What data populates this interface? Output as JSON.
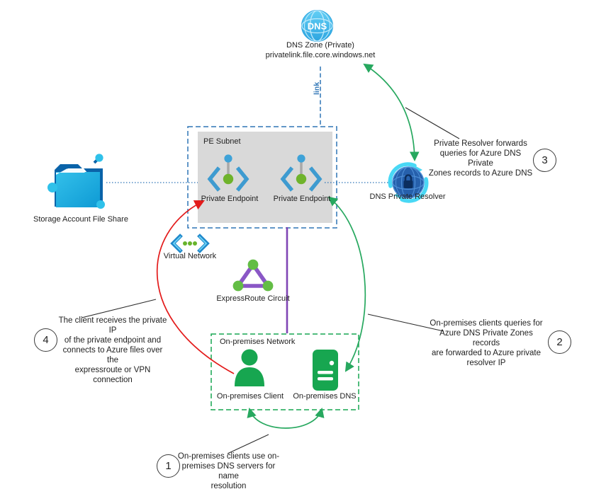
{
  "colors": {
    "azure_blue": "#2e75b6",
    "icon_blue": "#3e9bd0",
    "green": "#17a650",
    "arrow_green": "#27a85f",
    "red": "#e31b1b",
    "purple": "#8045b5",
    "cyan": "#49d8f5",
    "subnet_gray": "#d9d9d9"
  },
  "nodes": {
    "dns_zone": {
      "label": "DNS Zone (Private)",
      "sublabel": "privatelink.file.core.windows.net",
      "icon_text": "DNS"
    },
    "link": {
      "label": "link"
    },
    "pe_subnet": {
      "label": "PE Subnet"
    },
    "private_endpoint_left": {
      "label": "Private Endpoint"
    },
    "private_endpoint_right": {
      "label": "Private Endpoint"
    },
    "storage_account": {
      "label": "Storage Account File Share"
    },
    "dns_private_resolver": {
      "label": "DNS Private Resolver"
    },
    "virtual_network": {
      "label": "Virtual Network"
    },
    "expressroute": {
      "label": "ExpressRoute Circuit"
    },
    "onprem_network": {
      "label": "On-premises Network"
    },
    "onprem_client": {
      "label": "On-premises Client"
    },
    "onprem_dns": {
      "label": "On-premises DNS"
    }
  },
  "annotations": [
    {
      "number": "1",
      "lines": [
        "On-premises clients use on-",
        "premises DNS servers for name",
        "resolution"
      ]
    },
    {
      "number": "2",
      "lines": [
        "On-premises clients queries for",
        "Azure DNS Private Zones records",
        "are forwarded to Azure private",
        "resolver IP"
      ]
    },
    {
      "number": "3",
      "lines": [
        "Private Resolver forwards",
        "queries for Azure DNS Private",
        "Zones records to Azure DNS"
      ]
    },
    {
      "number": "4",
      "lines": [
        "The client receives the private IP",
        "of the private endpoint and",
        "connects to Azure files over the",
        "expressroute or VPN connection"
      ]
    }
  ]
}
